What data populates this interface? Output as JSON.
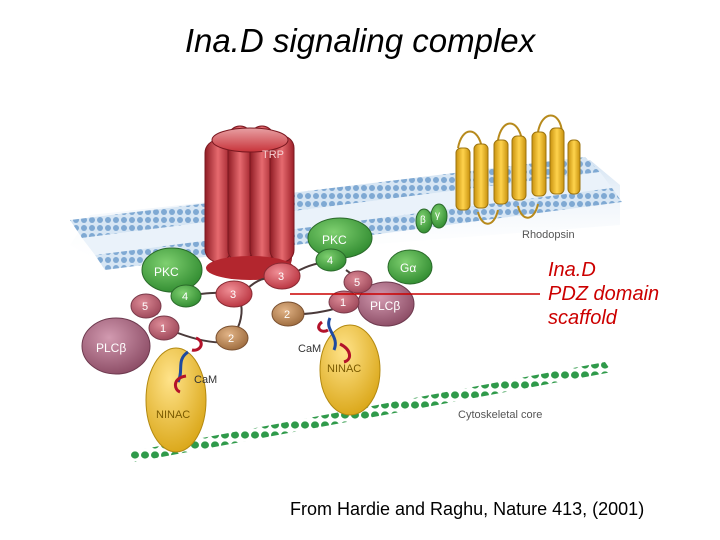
{
  "title": "Ina.D signaling complex",
  "callout": {
    "line1": "Ina.D",
    "line2": "PDZ domain",
    "line3": "scaffold",
    "color": "#cc0000"
  },
  "citation": "From Hardie and Raghu, Nature 413, (2001)",
  "diagram": {
    "trp": "TRP",
    "rhodopsin": "Rhodopsin",
    "beta": "β",
    "gamma": "γ",
    "g_alpha": "Gα",
    "cytoskeletal": "Cytoskeletal core",
    "pkc_top": "PKC",
    "pkc_left": "PKC",
    "plc_left": "PLCβ",
    "plc_right": "PLCβ",
    "ninac_left": "NINAC",
    "ninac_right": "NINAC",
    "cam_left": "CaM",
    "cam_right": "CaM",
    "pdz_left_1": "1",
    "pdz_left_2": "2",
    "pdz_left_3": "3",
    "pdz_left_4": "4",
    "pdz_left_5": "5",
    "pdz_right_1": "1",
    "pdz_right_2": "2",
    "pdz_right_3": "3",
    "pdz_right_4": "4",
    "pdz_right_5": "5"
  },
  "colors": {
    "membrane": "#8fb6dc",
    "trp": "#c8333a",
    "pkc": "#4aa83f",
    "plc": "#a8637e",
    "ninac": "#f1c232",
    "pdz1": "#b65a6a",
    "pdz2": "#b98a5c",
    "pdz3": "#d2555f",
    "cytoskeleton": "#2f9a4a"
  }
}
